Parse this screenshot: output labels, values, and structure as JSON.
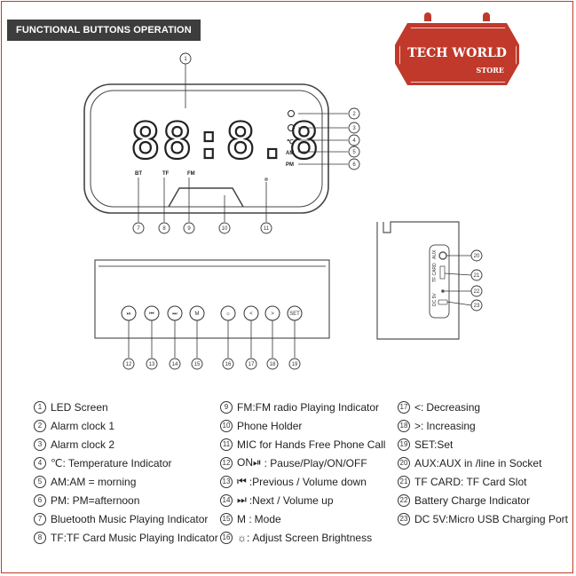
{
  "header": {
    "title": "FUNCTIONAL BUTTONS OPERATION"
  },
  "logo": {
    "brand": "TECH WORLD",
    "sub": "STORE"
  },
  "clock_display": {
    "digits": "88:8.8",
    "indicators": [
      "BT",
      "TF",
      "FM"
    ],
    "side_labels": [
      "℃",
      "AM",
      "PM"
    ]
  },
  "rear_panel": {
    "aux_label": "AUX",
    "tf_label": "TF CARD",
    "dc_label": "DC 5V"
  },
  "callouts": [
    "1",
    "2",
    "3",
    "4",
    "5",
    "6",
    "7",
    "8",
    "9",
    "10",
    "11",
    "12",
    "13",
    "14",
    "15",
    "16",
    "17",
    "18",
    "19",
    "20",
    "21",
    "22",
    "23"
  ],
  "legend": {
    "col1": [
      {
        "num": "1",
        "sym": "",
        "text": "LED Screen"
      },
      {
        "num": "2",
        "sym": "",
        "text": "Alarm clock 1"
      },
      {
        "num": "3",
        "sym": "",
        "text": "Alarm clock 2"
      },
      {
        "num": "4",
        "sym": "℃:",
        "text": "Temperature Indicator"
      },
      {
        "num": "5",
        "sym": "",
        "text": "AM:AM = morning"
      },
      {
        "num": "6",
        "sym": "",
        "text": "PM: PM=afternoon"
      },
      {
        "num": "7",
        "sym": "",
        "text": "Bluetooth Music Playing Indicator"
      },
      {
        "num": "8",
        "sym": "",
        "text": "TF:TF Card Music Playing Indicator"
      }
    ],
    "col2": [
      {
        "num": "9",
        "sym": "",
        "text": "FM:FM radio Playing Indicator"
      },
      {
        "num": "10",
        "sym": "",
        "text": "Phone Holder"
      },
      {
        "num": "11",
        "sym": "",
        "text": "MIC for Hands Free Phone Call"
      },
      {
        "num": "12",
        "sym": "ON⏯",
        "text": ": Pause/Play/ON/OFF"
      },
      {
        "num": "13",
        "sym": "⏮",
        "text": ":Previous / Volume down"
      },
      {
        "num": "14",
        "sym": "⏭",
        "text": ":Next / Volume up"
      },
      {
        "num": "15",
        "sym": "M :",
        "text": " Mode"
      },
      {
        "num": "16",
        "sym": "☼:",
        "text": " Adjust Screen Brightness"
      }
    ],
    "col3": [
      {
        "num": "17",
        "sym": "<:",
        "text": "Decreasing"
      },
      {
        "num": "18",
        "sym": ">:",
        "text": "Increasing"
      },
      {
        "num": "19",
        "sym": "",
        "text": "SET:Set"
      },
      {
        "num": "20",
        "sym": "",
        "text": "AUX:AUX in /line in Socket"
      },
      {
        "num": "21",
        "sym": "",
        "text": "TF CARD: TF Card Slot"
      },
      {
        "num": "22",
        "sym": "",
        "text": "Battery Charge Indicator"
      },
      {
        "num": "23",
        "sym": "",
        "text": "DC 5V:Micro USB Charging Port"
      }
    ]
  }
}
